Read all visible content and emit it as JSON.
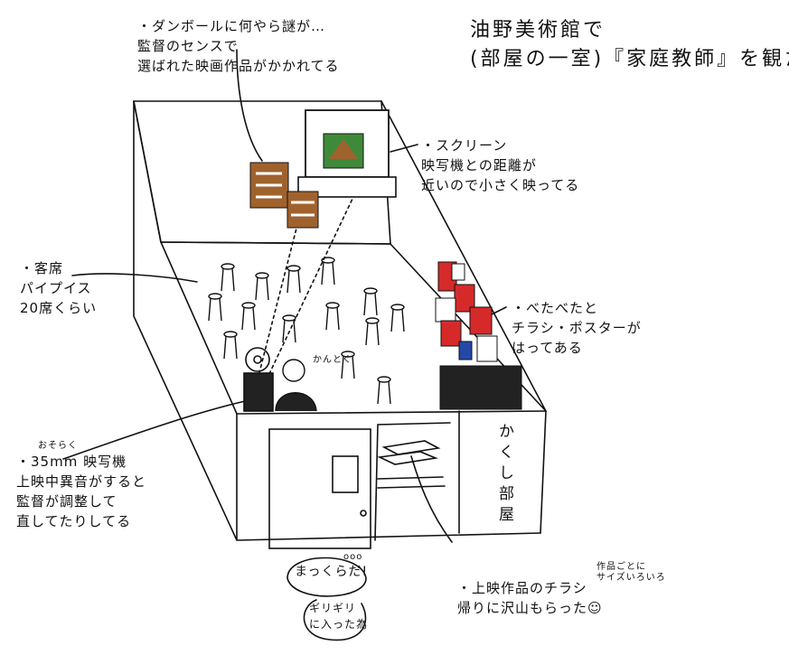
{
  "title": {
    "line1": "油野美術館で",
    "line2": "(部屋の一室)『家庭教師』を観た!"
  },
  "notes": {
    "cardboard": {
      "lines": [
        "・ダンボールに何やら謎が…",
        "監督のセンスで",
        "選ばれた映画作品がかかれてる"
      ]
    },
    "screen": {
      "lines": [
        "・スクリーン",
        "映写機との距離が",
        "近いので小さく映ってる"
      ]
    },
    "seats": {
      "lines": [
        "・客席",
        "パイプイス",
        "20席くらい"
      ]
    },
    "posters": {
      "lines": [
        "・べたべたと",
        "チラシ・ポスターが",
        "はってある"
      ]
    },
    "projector": {
      "prefix": "おそらく",
      "lines": [
        "・35mm 映写機",
        "上映中異音がすると",
        "監督が調整して",
        "直してたりしてる"
      ]
    },
    "flyers": {
      "aside": [
        "作品ごとに",
        "サイズいろいろ"
      ],
      "lines": [
        "・上映作品のチラシ",
        "帰りに沢山もらった☺"
      ]
    },
    "director_label": "かんとく",
    "hidden_room": "かくし部屋",
    "dark": "まっくらだ!",
    "dark_dots": "ooo",
    "squeeze": [
      "ギリギリ",
      "に入った為"
    ]
  },
  "colors": {
    "ink": "#111111",
    "cardboard": "#a0622d",
    "poster_red": "#d62a2a",
    "poster_blue": "#2448a8",
    "screen_image_green": "#3f8a3a"
  }
}
